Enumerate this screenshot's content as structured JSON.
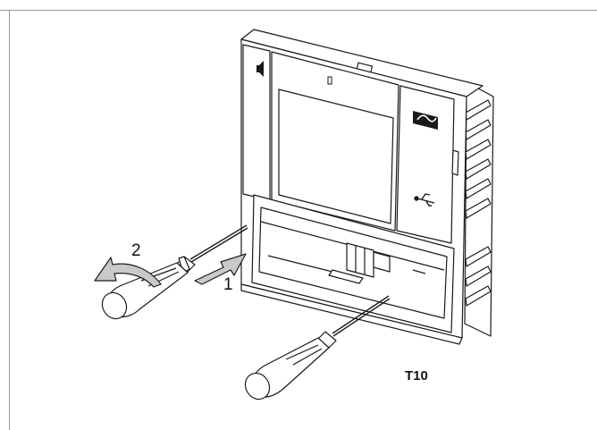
{
  "figure": {
    "step_labels": [
      "2",
      "1"
    ],
    "figure_ref": "T10"
  },
  "icons": [
    "speaker-icon",
    "brand-logo",
    "usb-icon",
    "screwdriver-icon",
    "arrow-icon"
  ],
  "colors": {
    "line": "#1a1a1a",
    "device_fill": "#ffffff",
    "arrow_fill": "#c9c9c9",
    "frame": "#9a9a9a"
  }
}
